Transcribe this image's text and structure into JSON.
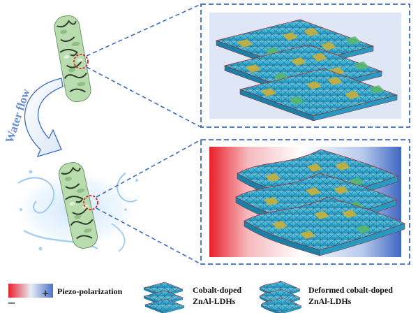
{
  "flow_label": "Water flow",
  "legend": {
    "minus_sign": "–",
    "plus_sign": "+",
    "polarization_label": "Piezo-polarization",
    "cobalt_label_line1": "Cobalt-doped",
    "cobalt_label_line2": "ZnAl-LDHs",
    "deformed_label_line1": "Deformed cobalt-doped",
    "deformed_label_line2": "ZnAl-LDHs"
  },
  "colors": {
    "frame_dash": "#3a6bc4",
    "polar_negative": "#e8202a",
    "polar_positive": "#3f67c2",
    "octahedron_cyan": "#2fb3d6",
    "octahedron_gold": "#c9b03a",
    "octahedron_green": "#58b76a",
    "sponge_green": "#b9dcae"
  }
}
